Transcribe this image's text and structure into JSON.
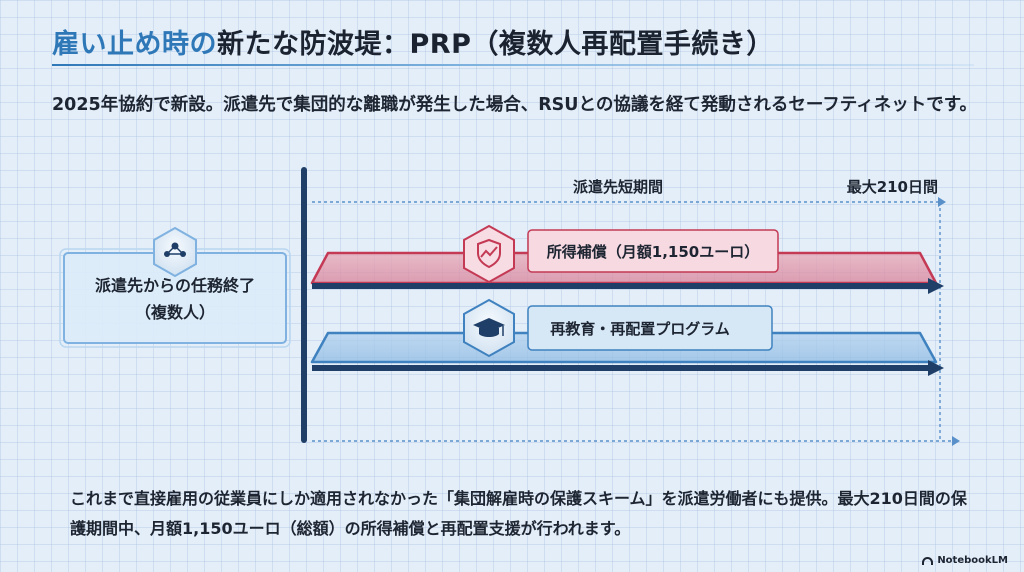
{
  "title": {
    "accent": "雇い止め時の",
    "rest": "新たな防波堤：PRP（複数人再配置手続き）"
  },
  "intro": "2025年協約で新設。派遣先で集団的な離職が発生した場合、RSUとの協議を経て発動されるセーフティネットです。",
  "diagram": {
    "trigger_box": {
      "line1": "派遣先からの任務終了",
      "line2": "（複数人）"
    },
    "period_label": "派遣先短期間",
    "max_label": "最大210日間",
    "bars": [
      {
        "label": "所得補償（月額1,150ユーロ）",
        "icon": "shield-income-icon",
        "color": "#c43a55"
      },
      {
        "label": "再教育・再配置プログラム",
        "icon": "graduation-cap-icon",
        "color": "#3f82bf"
      }
    ],
    "trigger_icon": "people-network-icon"
  },
  "bottom": "これまで直接雇用の従業員にしか適用されなかった「集団解雇時の保護スキーム」を派遣労働者にも提供。最大210日間の保護期間中、月額1,150ユーロ（総額）の所得補償と再配置支援が行われます。",
  "logo": "NotebookLM"
}
